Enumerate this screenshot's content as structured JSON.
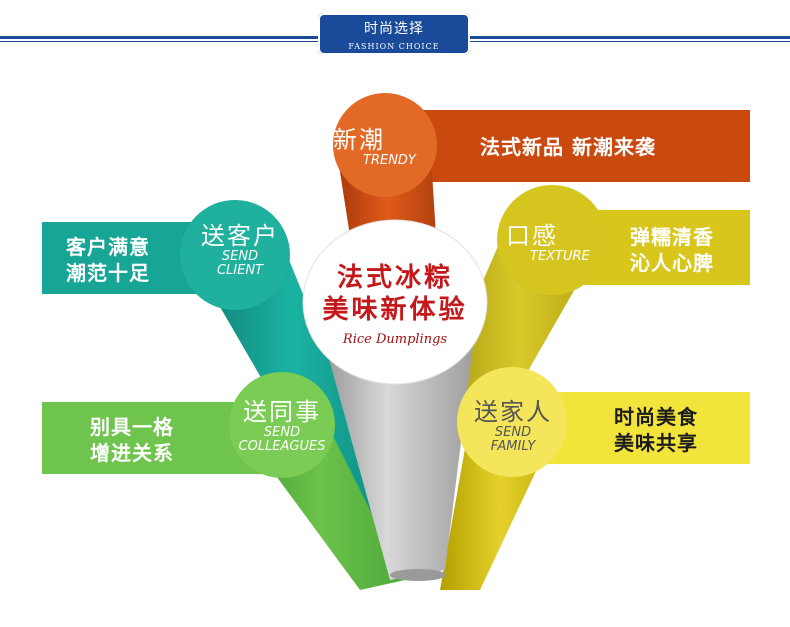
{
  "header": {
    "title_cn": "时尚选择",
    "title_en": "FASHION CHOICE"
  },
  "center": {
    "line1": "法式冰粽",
    "line2": "美味新体验",
    "script": "Rice Dumplings"
  },
  "items": {
    "trendy": {
      "cn": "新潮",
      "en": "TRENDY",
      "banner": [
        "法式新品  新潮来袭"
      ],
      "color": "#cc4a12"
    },
    "texture": {
      "cn": "口感",
      "en": "TEXTURE",
      "banner": [
        "弹糯清香",
        "沁人心脾"
      ],
      "color": "#d4c41a"
    },
    "client": {
      "cn": "送客户",
      "en1": "SEND",
      "en2": "CLIENT",
      "banner": [
        "客户满意",
        "潮范十足"
      ],
      "color": "#16a394"
    },
    "colleagues": {
      "cn": "送同事",
      "en1": "SEND",
      "en2": "COLLEAGUES",
      "banner": [
        "别具一格",
        "增进关系"
      ],
      "color": "#6cc24a"
    },
    "family": {
      "cn": "送家人",
      "en1": "SEND",
      "en2": "FAMILY",
      "banner": [
        "时尚美食",
        "美味共享"
      ],
      "color": "#f0e03a"
    }
  }
}
